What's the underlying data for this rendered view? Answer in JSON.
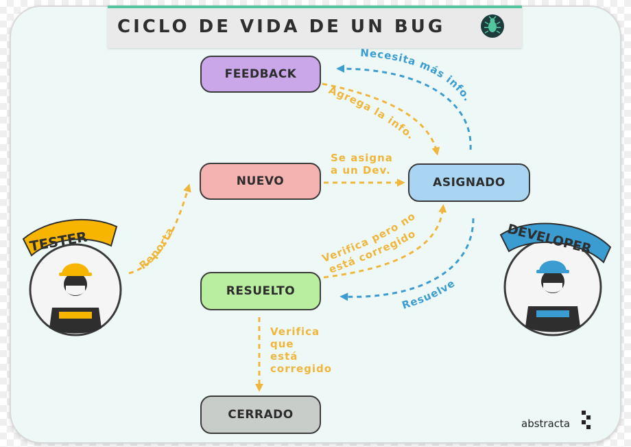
{
  "title": "CICLO DE VIDA DE UN BUG",
  "colors": {
    "accent_teal": "#53c6a0",
    "tester_yellow": "#f7b500",
    "developer_blue": "#3b9cd1",
    "arrow_orange": "#f0b63c",
    "arrow_blue": "#3b9cd1"
  },
  "nodes": {
    "feedback": {
      "label": "FEEDBACK",
      "color": "#c9a7e8"
    },
    "nuevo": {
      "label": "NUEVO",
      "color": "#f4b2b0"
    },
    "asignado": {
      "label": "ASIGNADO",
      "color": "#a9d5f2"
    },
    "resuelto": {
      "label": "RESUELTO",
      "color": "#b9eea0"
    },
    "cerrado": {
      "label": "CERRADO",
      "color": "#c9cdca"
    }
  },
  "roles": {
    "tester": "TESTER",
    "developer": "DEVELOPER"
  },
  "edges": {
    "reporta": "Reporta",
    "se_asigna_1": "Se asigna",
    "se_asigna_2": "a un Dev.",
    "necesita": "Necesita más info.",
    "agrega": "Agrega la info.",
    "verifica_pero_1": "Verifica pero no",
    "verifica_pero_2": "está corregido",
    "resuelve": "Resuelve",
    "verifica_1": "Verifica",
    "verifica_2": "que",
    "verifica_3": "está",
    "verifica_4": "corregido"
  },
  "logo": "abstracta",
  "icons": [
    "bug-icon",
    "tester-icon",
    "developer-icon",
    "abstracta-logo-icon"
  ]
}
